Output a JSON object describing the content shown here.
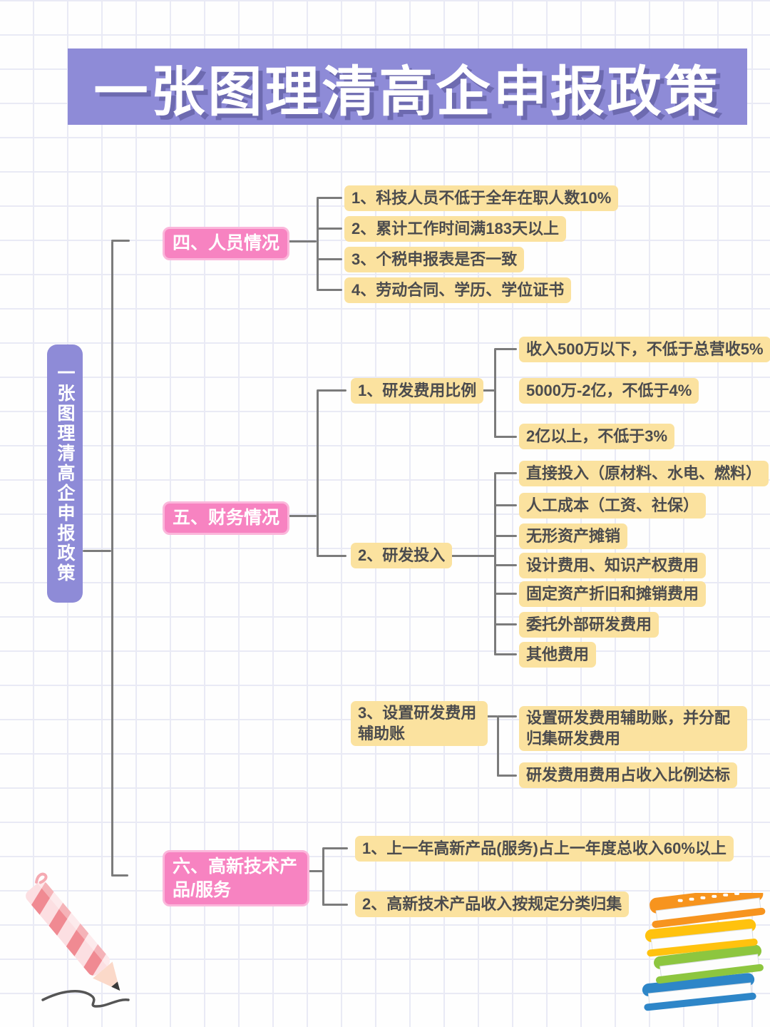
{
  "title": "一张图理清高企申报政策",
  "root_label": "一张图理清高企申报政策",
  "branches": {
    "personnel": {
      "label": "四、人员情况",
      "children": [
        "1、科技人员不低于全年在职人数10%",
        "2、累计工作时间满183天以上",
        "3、个税申报表是否一致",
        "4、劳动合同、学历、学位证书"
      ]
    },
    "finance": {
      "label": "五、财务情况",
      "sub_rd_ratio": {
        "label": "1、研发费用比例",
        "children": [
          "收入500万以下，不低于总营收5%",
          "5000万-2亿，不低于4%",
          "2亿以上，不低于3%"
        ]
      },
      "sub_rd_input": {
        "label": "2、研发投入",
        "children": [
          "直接投入（原材料、水电、燃料）",
          "人工成本（工资、社保）",
          "无形资产摊销",
          "设计费用、知识产权费用",
          "固定资产折旧和摊销费用",
          "委托外部研发费用",
          "其他费用"
        ]
      },
      "sub_ledger": {
        "label": "3、设置研发费用辅助账",
        "children": [
          "设置研发费用辅助账，并分配归集研发费用",
          "研发费用费用占收入比例达标"
        ]
      }
    },
    "hightech": {
      "label": "六、高新技术产品/服务",
      "children": [
        "1、上一年高新产品(服务)占上一年度总收入60%以上",
        "2、高新技术产品收入按规定分类归集"
      ]
    }
  },
  "icons": {
    "pencil": "pink striped pencil drawing a squiggle line",
    "books": "stack of four books (orange, yellow, green, blue)"
  },
  "colors": {
    "banner_purple": "#8e8bd7",
    "banner_shadow": "#6d6ab0",
    "node_pink": "#f783c1",
    "node_yellow": "#fbe29f",
    "connector_gray": "#7b7b7b",
    "leaf_text": "#4c4c4e",
    "grid_line": "#e9eaf5"
  }
}
